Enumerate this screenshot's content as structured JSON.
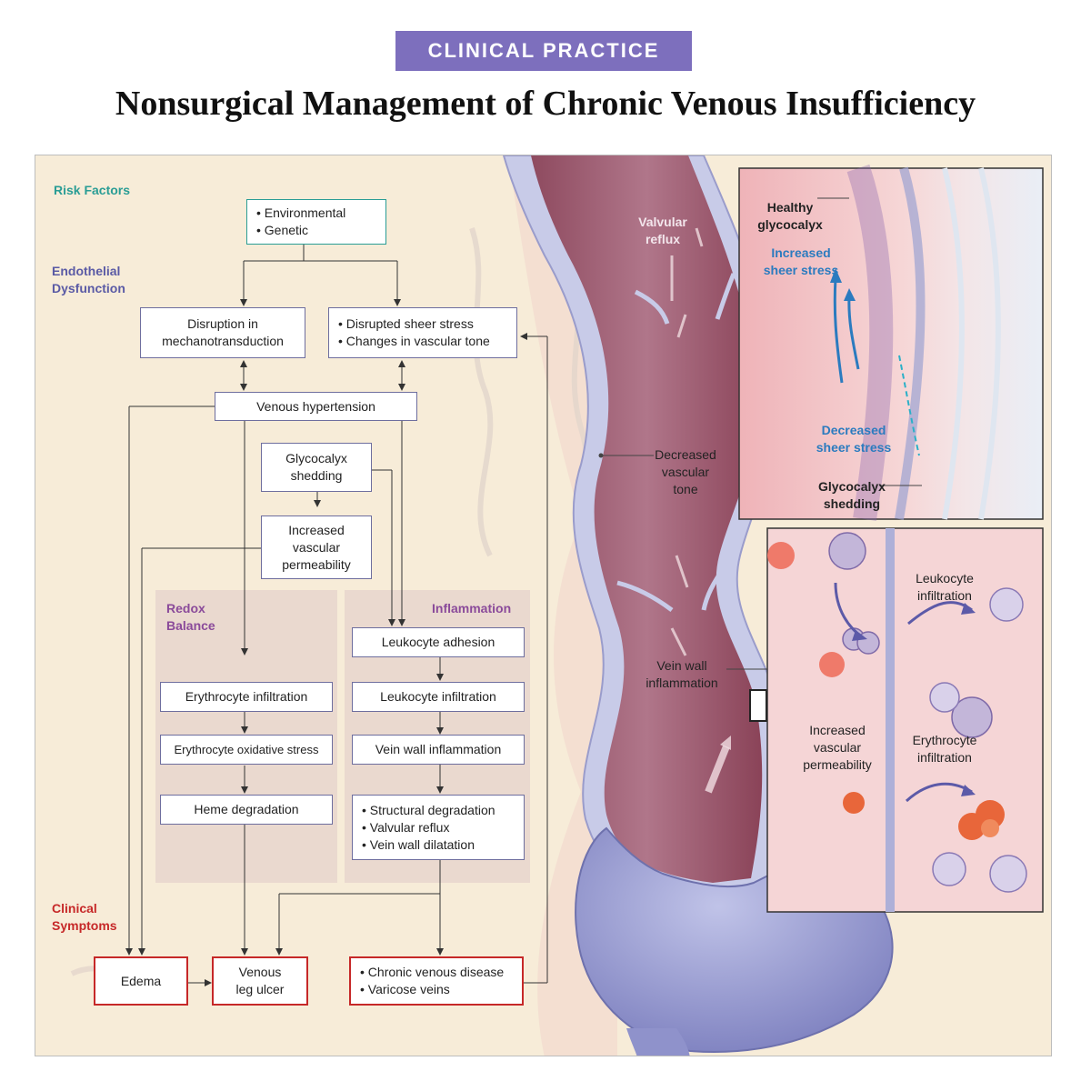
{
  "banner": "CLINICAL PRACTICE",
  "title": "Nonsurgical Management of Chronic Venous Insufficiency",
  "sections": {
    "risk_factors": "Risk Factors",
    "endothelial_dysfunction": [
      "Endothelial",
      "Dysfunction"
    ],
    "redox_balance": [
      "Redox",
      "Balance"
    ],
    "inflammation": "Inflammation",
    "clinical_symptoms": [
      "Clinical",
      "Symptoms"
    ]
  },
  "flow_boxes": {
    "risk_factors": [
      "• Environmental",
      "• Genetic"
    ],
    "mechanotransduction": [
      "Disruption in",
      "mechanotransduction"
    ],
    "sheer_stress": [
      "• Disrupted sheer stress",
      "• Changes in vascular tone"
    ],
    "venous_hypertension": "Venous hypertension",
    "glycocalyx_shedding": [
      "Glycocalyx",
      "shedding"
    ],
    "vascular_permeability": [
      "Increased",
      "vascular",
      "permeability"
    ],
    "leukocyte_adhesion": "Leukocyte adhesion",
    "erythrocyte_infiltration": "Erythrocyte infiltration",
    "leukocyte_infiltration": "Leukocyte infiltration",
    "oxidative_stress": "Erythrocyte oxidative stress",
    "vein_wall_inflammation": "Vein wall inflammation",
    "heme_degradation": "Heme degradation",
    "structural_degradation": [
      "• Structural degradation",
      "• Valvular reflux",
      "• Vein wall dilatation"
    ],
    "edema": "Edema",
    "venous_leg_ulcer": [
      "Venous",
      "leg ulcer"
    ],
    "chronic_venous_disease": [
      "• Chronic venous disease",
      "• Varicose veins"
    ]
  },
  "vein_labels": {
    "valvular_reflux": [
      "Valvular",
      "reflux"
    ],
    "decreased_tone": [
      "Decreased",
      "vascular",
      "tone"
    ],
    "wall_inflammation": [
      "Vein wall",
      "inflammation"
    ]
  },
  "inset_top": {
    "healthy_glycocalyx": [
      "Healthy",
      "glycocalyx"
    ],
    "increased_sheer": [
      "Increased",
      "sheer stress"
    ],
    "decreased_sheer": [
      "Decreased",
      "sheer stress"
    ],
    "glycocalyx_shedding": [
      "Glycocalyx",
      "shedding"
    ]
  },
  "inset_bottom": {
    "leukocyte_infiltration": [
      "Leukocyte",
      "infiltration"
    ],
    "increased_permeability": [
      "Increased",
      "vascular",
      "permeability"
    ],
    "erythrocyte_infiltration": [
      "Erythrocyte",
      "infiltration"
    ]
  },
  "colors": {
    "banner": "#7d6fbd",
    "risk_factors_label": "#2a9d95",
    "endothelial_label": "#5a5aa5",
    "redox_inflammation_label": "#8a4a9a",
    "clinical_label": "#c62828",
    "sheer_stress_label": "#2b7bbf"
  }
}
